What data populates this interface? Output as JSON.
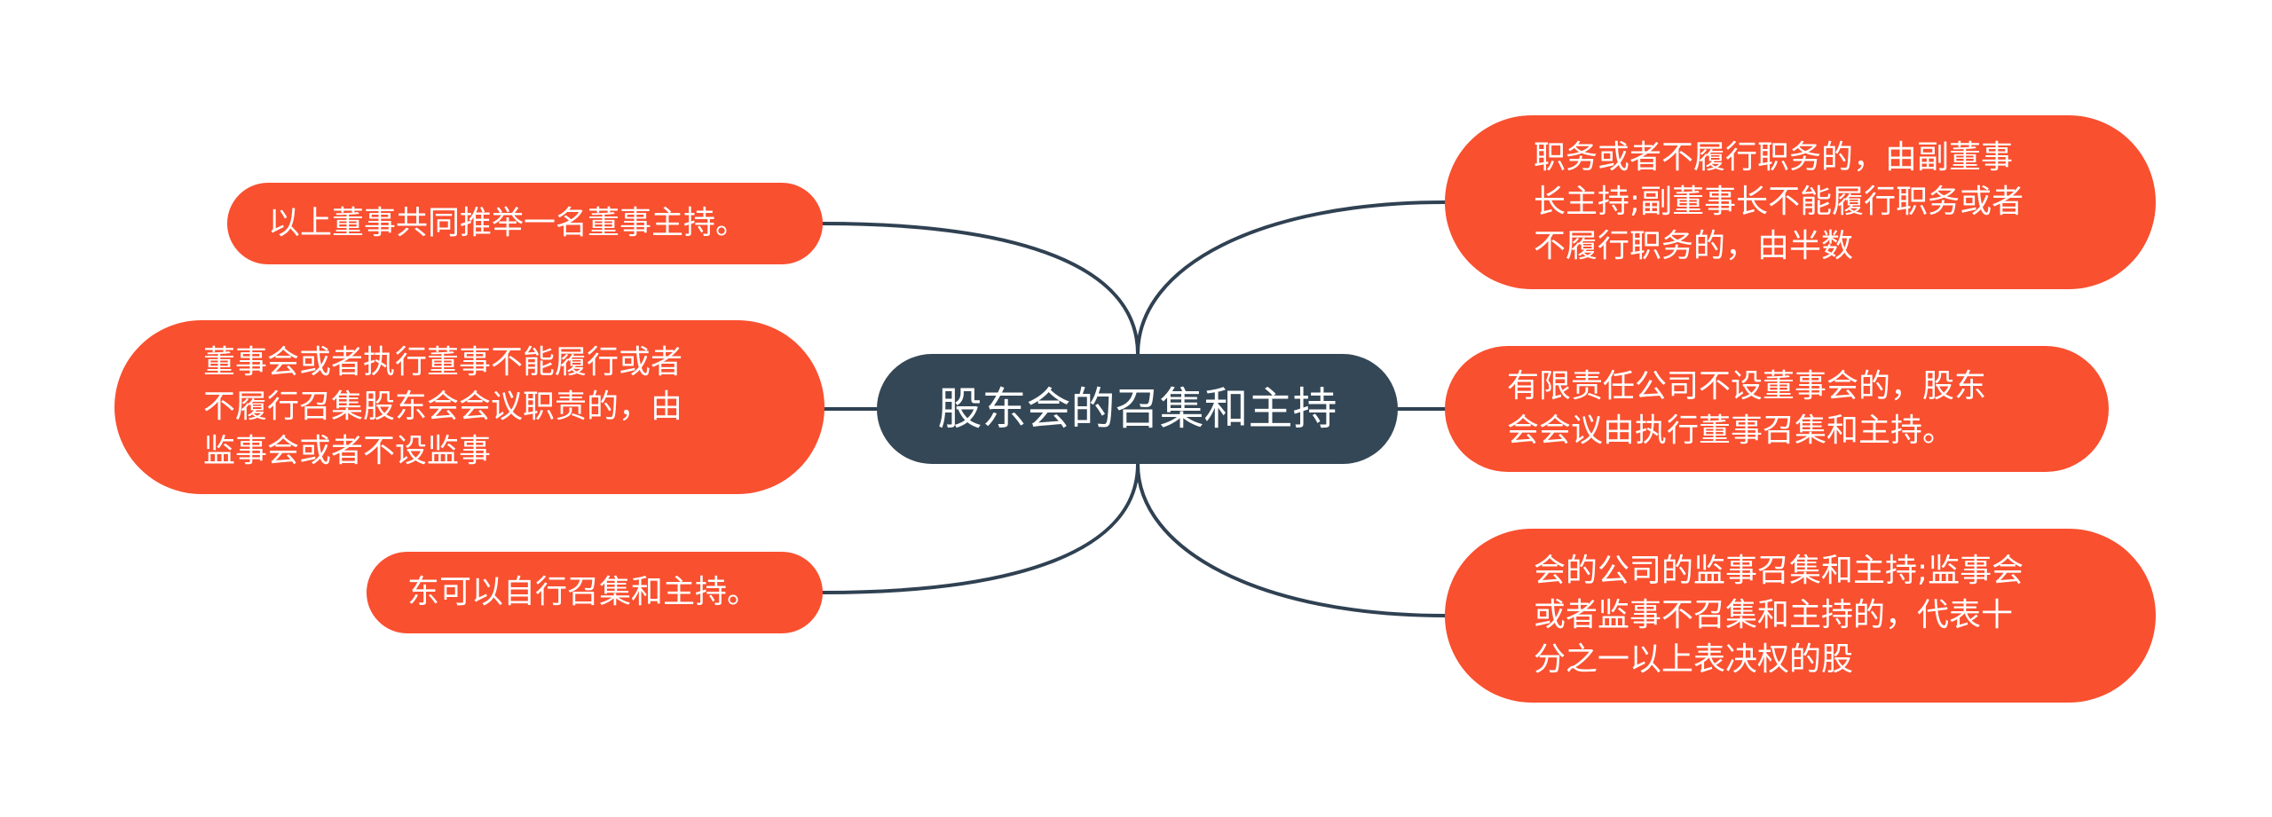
{
  "colors": {
    "root_fill": "#344756",
    "leaf_fill": "#f95030",
    "connector": "#2f4152",
    "text": "#ffffff",
    "background": "#ffffff"
  },
  "mindmap": {
    "root": {
      "label": "股东会的召集和主持"
    },
    "left": [
      {
        "lines": [
          "以上董事共同推举一名董事主持。"
        ]
      },
      {
        "lines": [
          "董事会或者执行董事不能履行或者",
          "不履行召集股东会会议职责的，由",
          "监事会或者不设监事"
        ]
      },
      {
        "lines": [
          "东可以自行召集和主持。"
        ]
      }
    ],
    "right": [
      {
        "lines": [
          "职务或者不履行职务的，由副董事",
          "长主持;副董事长不能履行职务或者",
          "不履行职务的，由半数"
        ]
      },
      {
        "lines": [
          "有限责任公司不设董事会的，股东",
          "会会议由执行董事召集和主持。"
        ]
      },
      {
        "lines": [
          "会的公司的监事召集和主持;监事会",
          "或者监事不召集和主持的，代表十",
          "分之一以上表决权的股"
        ]
      }
    ]
  }
}
